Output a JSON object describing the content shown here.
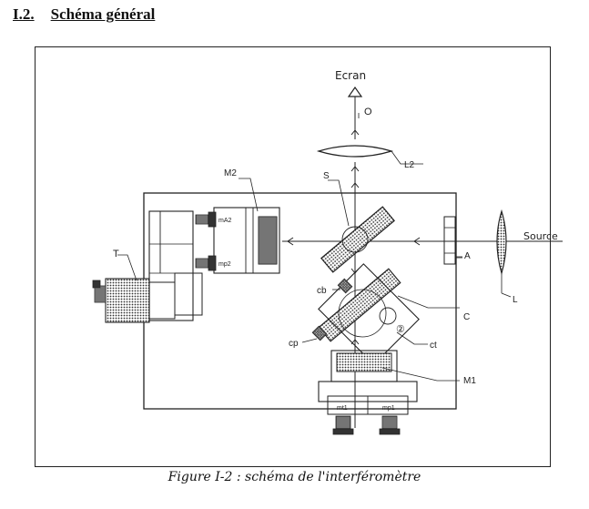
{
  "heading": {
    "number": "I.2.",
    "title": "Schéma général"
  },
  "labels": {
    "ecran": "Ecran",
    "o": "O",
    "l2": "L2",
    "m2": "M2",
    "s": "S",
    "ma2": "mA2",
    "mp2": "mp2",
    "a": "A",
    "source": "Source",
    "t": "T",
    "l": "L",
    "cb": "cb",
    "c": "C",
    "cp": "cp",
    "circled2": "②",
    "ct": "ct",
    "m1": "M1",
    "mt1": "mt1",
    "mp1": "mp1"
  },
  "caption": "Figure I-2 : schéma de l'interféromètre"
}
